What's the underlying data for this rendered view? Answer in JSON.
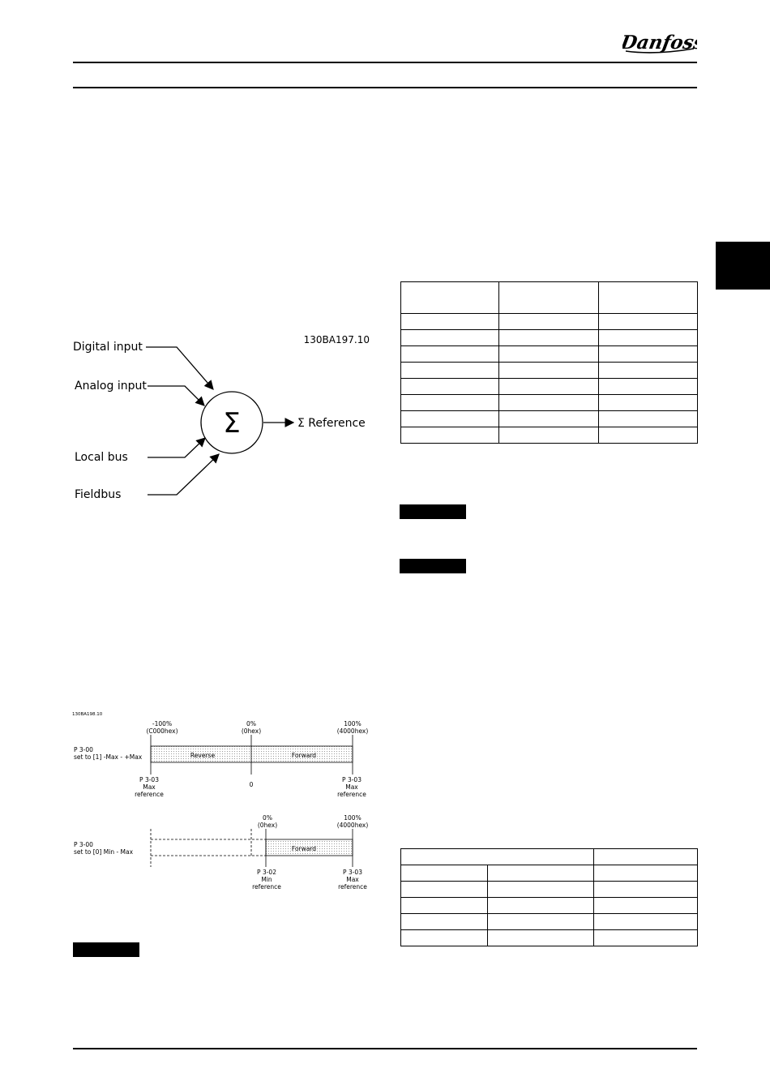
{
  "header": {
    "brand": "Danfoss"
  },
  "reference_diagram": {
    "figure_code": "130BA197.10",
    "inputs": [
      "Digital input",
      "Analog input",
      "Local bus",
      "Fieldbus"
    ],
    "sum_symbol": "Σ",
    "output_label": "Σ  Reference"
  },
  "range_diagram": {
    "figure_code": "130BA198.10",
    "top": {
      "setting_line1": "P 3-00",
      "setting_line2": "set to [1] -Max - +Max",
      "left_pct": "-100%",
      "left_hex": "(C000hex)",
      "mid_pct": "0%",
      "mid_hex": "(0hex)",
      "right_pct": "100%",
      "right_hex": "(4000hex)",
      "reverse_label": "Reverse",
      "forward_label": "Forward",
      "left_param": "P 3-03",
      "left_param_line2": "Max",
      "left_param_line3": "reference",
      "zero_label": "0",
      "right_param": "P 3-03",
      "right_param_line2": "Max",
      "right_param_line3": "reference"
    },
    "bottom": {
      "setting_line1": "P 3-00",
      "setting_line2": "set to [0] Min - Max",
      "mid_pct": "0%",
      "mid_hex": "(0hex)",
      "right_pct": "100%",
      "right_hex": "(4000hex)",
      "forward_label": "Forward",
      "min_param": "P 3-02",
      "min_param_line2": "Min",
      "min_param_line3": "reference",
      "right_param": "P 3-03",
      "right_param_line2": "Max",
      "right_param_line3": "reference"
    }
  },
  "colors": {
    "ink": "#000000",
    "background": "#ffffff",
    "band_fill": "#e6e6e6"
  }
}
